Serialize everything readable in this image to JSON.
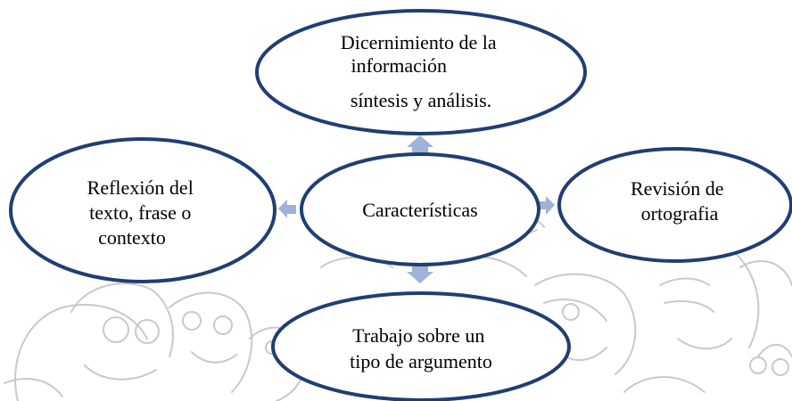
{
  "diagram": {
    "center": {
      "label": "Características"
    },
    "top": {
      "lines": [
        "Dicernimiento de la",
        "información",
        "síntesis y análisis."
      ]
    },
    "left": {
      "lines": [
        "Reflexión del",
        "texto, frase o",
        "contexto"
      ]
    },
    "right": {
      "lines": [
        "Revisión de",
        "ortografia"
      ]
    },
    "bottom": {
      "lines": [
        "Trabajo sobre  un",
        "tipo de argumento"
      ]
    }
  },
  "colors": {
    "ellipse_stroke": "#1f3f73",
    "ellipse_fill": "#ffffff",
    "arrow_fill": "#9fb3d6",
    "sketch_line": "#c8c8c8",
    "text": "#000000"
  }
}
